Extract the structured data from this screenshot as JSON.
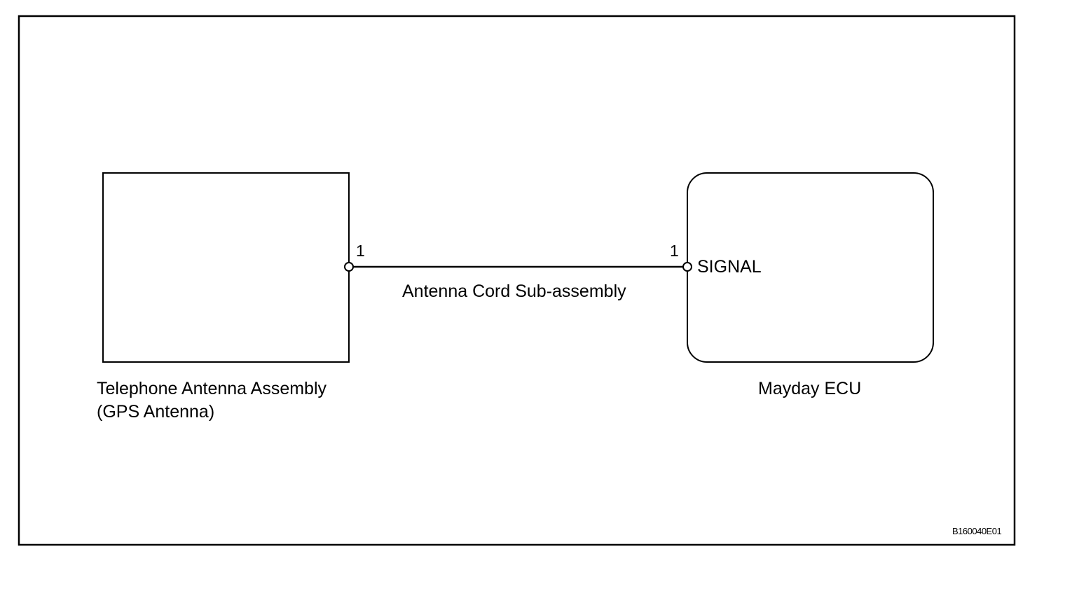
{
  "diagram": {
    "components": {
      "antenna": {
        "label_line1": "Telephone Antenna Assembly",
        "label_line2": "(GPS Antenna)",
        "pin": "1"
      },
      "ecu": {
        "label": "Mayday ECU",
        "pin": "1",
        "terminal": "SIGNAL"
      }
    },
    "wire": {
      "label": "Antenna Cord Sub-assembly"
    },
    "figure_code": "B160040E01",
    "colors": {
      "line": "#000000",
      "background": "#ffffff"
    }
  }
}
